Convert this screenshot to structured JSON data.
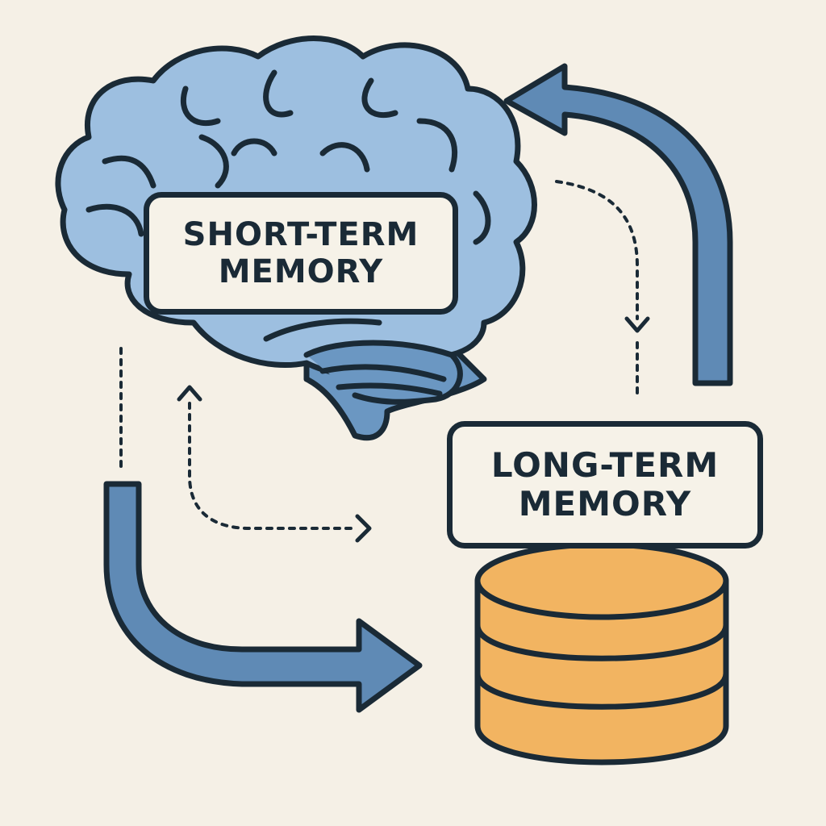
{
  "short_term": {
    "line1": "SHORT-TERM",
    "line2": "MEMORY"
  },
  "long_term": {
    "line1": "LONG-TERM",
    "line2": "MEMORY"
  },
  "colors": {
    "background": "#f5f0e6",
    "brain": "#9dbfe0",
    "brain_dark": "#6b97c2",
    "arrow": "#5f8ab5",
    "database": "#f2b461",
    "outline": "#1a2a36"
  },
  "icons": [
    "brain-icon",
    "database-icon",
    "curved-arrow-icon",
    "dotted-arrow-icon"
  ]
}
